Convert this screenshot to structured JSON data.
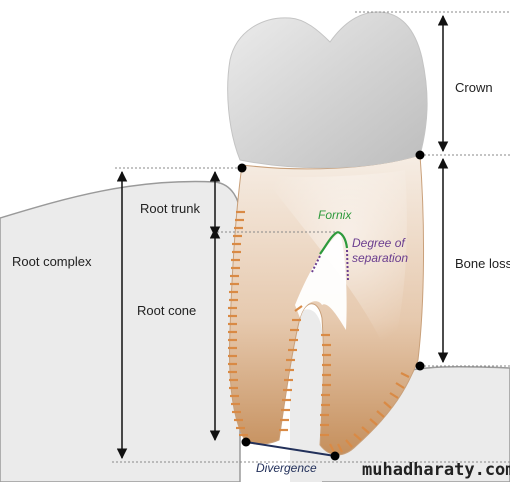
{
  "labels": {
    "crown": "Crown",
    "root_trunk": "Root trunk",
    "root_complex": "Root complex",
    "root_cone": "Root cone",
    "bone_loss": "Bone loss",
    "fornix": "Fornix",
    "degree_of_separation_1": "Degree of",
    "degree_of_separation_2": "separation",
    "divergence": "Divergence"
  },
  "watermark": "muhadharaty.com",
  "colors": {
    "crown": "#d4d4d4",
    "root": "#e6c9ae",
    "root_dark": "#b47a44",
    "bone": "#ebebeb",
    "bone_outline": "#9a9a9a",
    "ligament": "#d98a45",
    "fornix": "#2d9a3c",
    "separation": "#6a3d8f",
    "divergence": "#22305a",
    "arrow": "#111111",
    "dots": "#aaaaaa"
  }
}
